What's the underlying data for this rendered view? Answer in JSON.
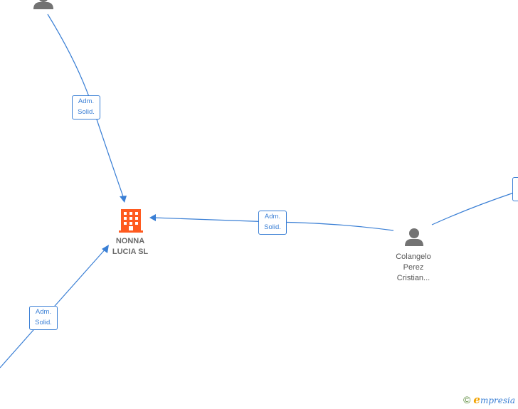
{
  "company": {
    "name_line1": "NONNA",
    "name_line2": "LUCIA  SL",
    "icon": "building-icon",
    "color": "#ff5a1f"
  },
  "person": {
    "name_line1": "Colangelo",
    "name_line2": "Perez",
    "name_line3": "Cristian...",
    "icon": "person-icon",
    "color": "#737373"
  },
  "edges": {
    "top": {
      "label_line1": "Adm.",
      "label_line2": "Solid."
    },
    "bottom": {
      "label_line1": "Adm.",
      "label_line2": "Solid."
    },
    "middle": {
      "label_line1": "Adm.",
      "label_line2": "Solid."
    }
  },
  "edge_color": "#3a7fd5",
  "footer": {
    "copyright": "©",
    "brand_initial": "e",
    "brand_rest": "mpresia"
  }
}
